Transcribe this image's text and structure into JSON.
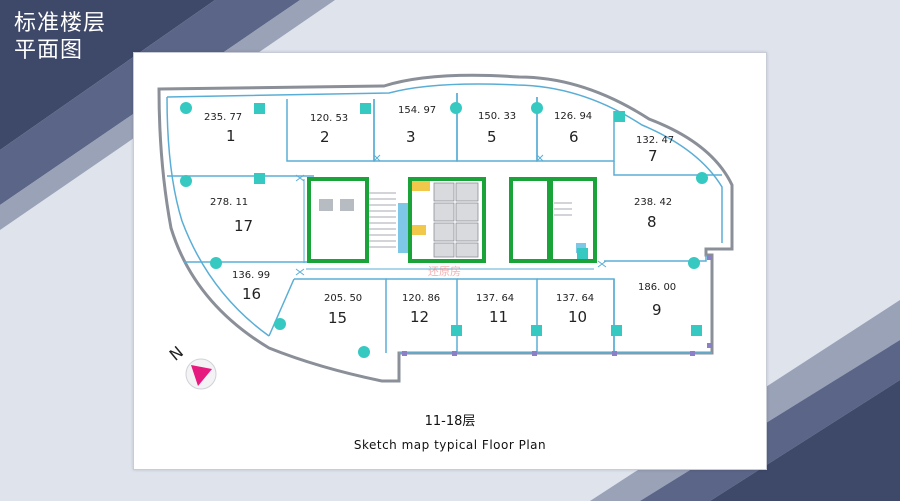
{
  "slide": {
    "title_line1": "标准楼层",
    "title_line2": "平面图"
  },
  "colors": {
    "navy": "#3e4869",
    "core_green": "#1aa338",
    "column_teal": "#35c9c1",
    "partition_blue": "#5aaed6",
    "outline_gray": "#8a8f98",
    "compass_magenta": "#e6197f"
  },
  "units": [
    {
      "num": "1",
      "area": "235. 77"
    },
    {
      "num": "2",
      "area": "120. 53"
    },
    {
      "num": "3",
      "area": "154. 97"
    },
    {
      "num": "5",
      "area": "150. 33"
    },
    {
      "num": "6",
      "area": "126. 94"
    },
    {
      "num": "7",
      "area": "132. 47"
    },
    {
      "num": "8",
      "area": "238. 42"
    },
    {
      "num": "9",
      "area": "186. 00"
    },
    {
      "num": "10",
      "area": "137. 64"
    },
    {
      "num": "11",
      "area": "137. 64"
    },
    {
      "num": "12",
      "area": "120. 86"
    },
    {
      "num": "15",
      "area": "205. 50"
    },
    {
      "num": "16",
      "area": "136. 99"
    },
    {
      "num": "17",
      "area": "278. 11"
    }
  ],
  "compass": {
    "label": "N",
    "icon": "north-arrow-icon"
  },
  "watermark": "还原房",
  "floor_label": "11-18层",
  "caption": "Sketch map typical Floor Plan"
}
